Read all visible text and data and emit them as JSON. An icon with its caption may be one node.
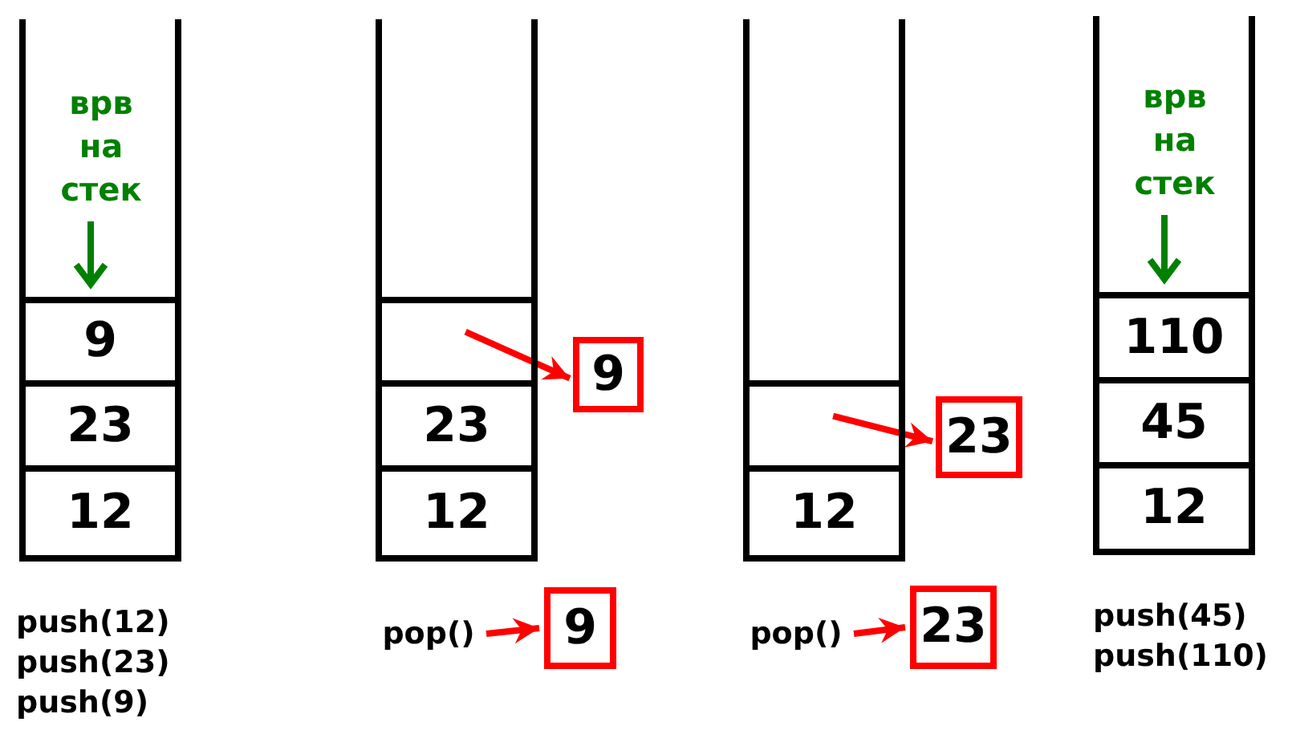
{
  "diagram": {
    "nodes": [
      {
        "text": [],
        "shape": "box"
      },
      {
        "text": [
          "врв на стек"
        ],
        "in": 0
      },
      {
        "text": [
          "9"
        ],
        "in": 0
      },
      {
        "text": [
          "23"
        ],
        "in": 0
      },
      {
        "text": [
          "12"
        ],
        "in": 0
      },
      {
        "text": [],
        "shape": "box"
      },
      {
        "text": [],
        "shape": "box",
        "in": 5
      },
      {
        "text": [
          "23"
        ],
        "in": 5
      },
      {
        "text": [
          "12"
        ],
        "in": 5
      },
      {
        "text": [
          "9"
        ]
      },
      {
        "text": [
          "pop()"
        ]
      },
      {
        "text": [
          "9"
        ]
      },
      {
        "text": [],
        "shape": "box"
      },
      {
        "text": [],
        "shape": "box",
        "in": 12
      },
      {
        "text": [
          "12"
        ],
        "in": 12
      },
      {
        "text": [
          "23"
        ]
      },
      {
        "text": [
          "pop()"
        ]
      },
      {
        "text": [
          "23"
        ]
      },
      {
        "text": [],
        "shape": "box"
      },
      {
        "text": [
          "врв на стек"
        ],
        "in": 18
      },
      {
        "text": [
          "110"
        ],
        "in": 18
      },
      {
        "text": [
          "45"
        ],
        "in": 18
      },
      {
        "text": [
          "12"
        ],
        "in": 18
      }
    ],
    "edges": [
      {
        "from": 1,
        "to": 2,
        "arrow": "to",
        "color": "#008000"
      },
      {
        "from": 6,
        "to": 9,
        "arrow": "to",
        "color": "#ff0000"
      },
      {
        "from": 10,
        "to": 11,
        "arrow": "to",
        "color": "#ff0000"
      },
      {
        "from": 13,
        "to": 15,
        "arrow": "to",
        "color": "#ff0000"
      },
      {
        "from": 16,
        "to": 17,
        "arrow": "to",
        "color": "#ff0000"
      },
      {
        "from": 19,
        "to": 20,
        "arrow": "to",
        "color": "#008000"
      }
    ],
    "labels": [
      "push(12)",
      "push(23)",
      "push(9)",
      "push(45)",
      "push(110)"
    ]
  }
}
